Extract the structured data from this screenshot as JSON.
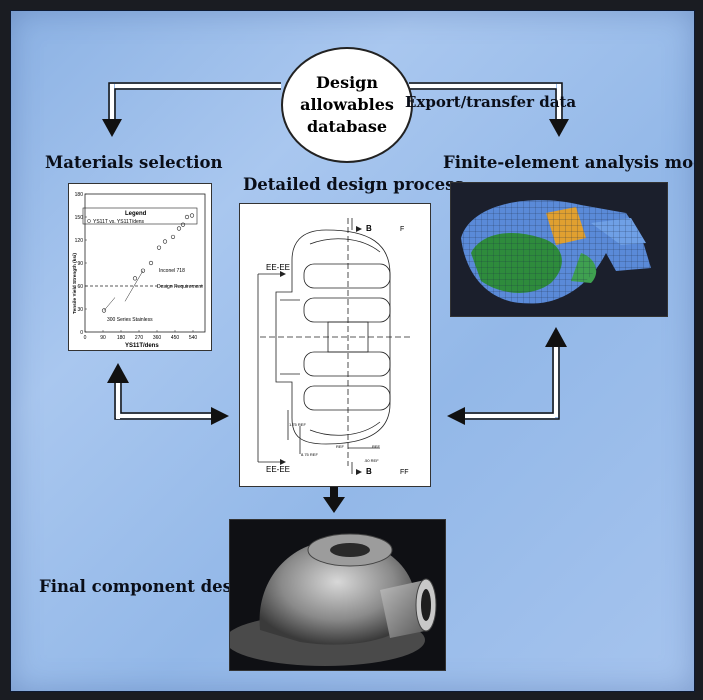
{
  "diagram": {
    "database": {
      "line1": "Design",
      "line2": "allowables",
      "line3": "database"
    },
    "export_label": "Export/transfer data",
    "materials_title": "Materials selection",
    "detailed_title": "Detailed design process",
    "fea_title": "Finite-element analysis model",
    "final_title": "Final component design"
  },
  "chart_data": {
    "type": "scatter",
    "title": "",
    "legend_title": "Legend",
    "legend_entry": "YS11T vs. YS11T/dens",
    "xlabel": "YS11T/dens",
    "ylabel": "Tensile Yield Strength (ksi)",
    "xlim": [
      0,
      600
    ],
    "ylim": [
      0,
      180
    ],
    "xticks": [
      "0",
      "90",
      "180",
      "270",
      "360",
      "450",
      "540"
    ],
    "yticks": [
      "0",
      "30",
      "60",
      "90",
      "120",
      "150",
      "180"
    ],
    "design_requirement": 60,
    "design_requirement_label": "Design Requirement",
    "series": [
      {
        "name": "YS11T vs. YS11T/dens",
        "x": [
          95,
          250,
          290,
          330,
          370,
          400,
          440,
          470,
          490,
          510,
          535
        ],
        "y": [
          28,
          70,
          80,
          90,
          110,
          118,
          124,
          135,
          140,
          150,
          152
        ]
      }
    ],
    "annotations": [
      "Inconel 718",
      "300 Series Stainless"
    ]
  },
  "drawing": {
    "top_section": "EE-EE",
    "bottom_section": "EE-EE",
    "cut_top": "B",
    "cut_bottom": "B",
    "f_top": "F",
    "f_bottom": "FF",
    "ref1": "1.75 REF",
    "ref2": "8.75 REF",
    "ref3": "REF",
    "ref4": "REF",
    "ref5": ".50 REF"
  },
  "colors": {
    "panel": "#9ec0ec",
    "arrow_fill": "#ffffff",
    "arrow_stroke": "#111111",
    "fea_green": "#2e8b3c",
    "fea_blue": "#5a8ad8",
    "fea_orange": "#e0a030"
  }
}
